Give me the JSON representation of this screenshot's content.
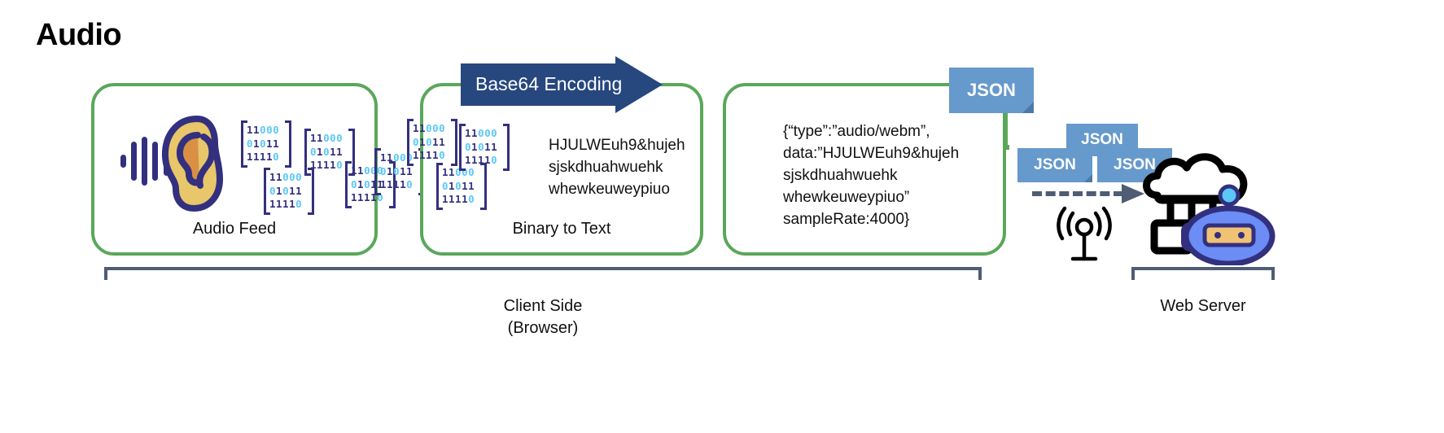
{
  "title": "Audio",
  "colors": {
    "stage_border": "#5aa75a",
    "banner": "#27477f",
    "json_tag": "#6699cc",
    "bracket": "#4e5d73",
    "binary_dark": "#33307f",
    "binary_light": "#5bc8f5"
  },
  "stages": [
    {
      "id": "audio-feed",
      "label": "Audio Feed",
      "icon": "ear-soundwave-icon"
    },
    {
      "id": "binary-to-text",
      "label": "Binary to Text",
      "payload": "HJULWEuh9&hujeh\nsjskdhuahwuehk\nwhewkeuweypiuo"
    },
    {
      "id": "json-stage",
      "label": "",
      "payload": "{“type”:”audio/webm”,\ndata:”HJULWEuh9&hujeh\nsjskdhuahwuehk\nwhewkeuweypiuo”\nsampleRate:4000}"
    }
  ],
  "arrow": {
    "label": "Base64 Encoding"
  },
  "binary_matrix": {
    "rows": [
      "11000",
      "01011",
      "11110"
    ],
    "highlight_pattern": [
      [
        2,
        3,
        4
      ],
      [
        0,
        2
      ],
      [
        4
      ]
    ]
  },
  "json_tags": [
    {
      "id": "json-tag-main",
      "label": "JSON"
    },
    {
      "id": "json-tag-left",
      "label": "JSON"
    },
    {
      "id": "json-tag-top",
      "label": "JSON"
    },
    {
      "id": "json-tag-right",
      "label": "JSON"
    }
  ],
  "captions": {
    "client": "Client Side\n(Browser)",
    "server": "Web Server"
  }
}
